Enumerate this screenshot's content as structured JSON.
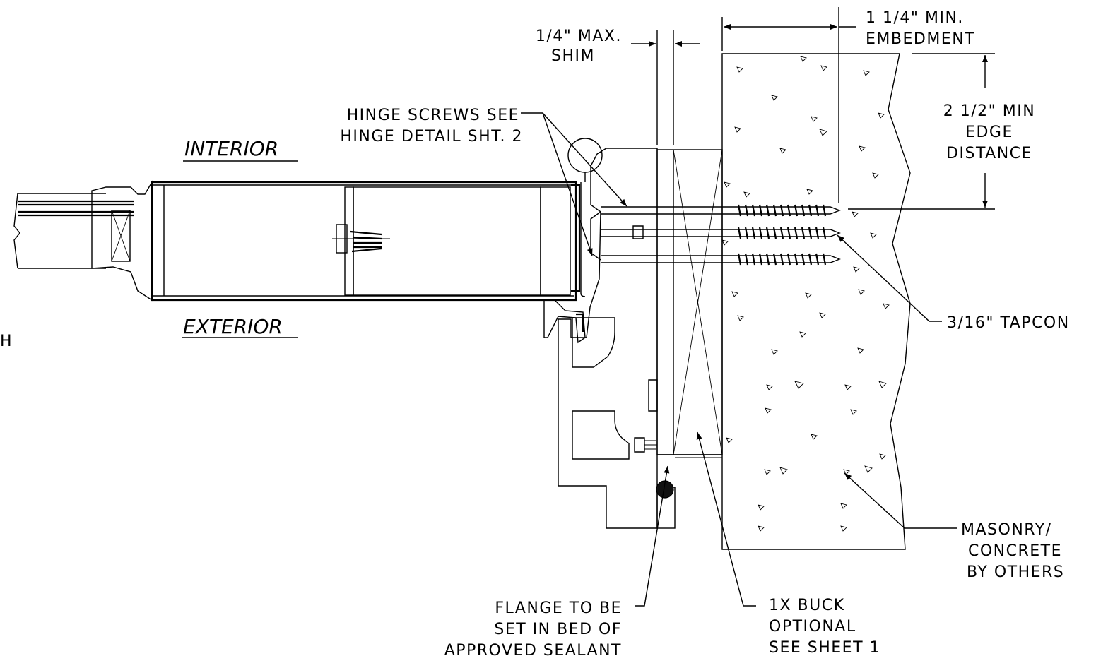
{
  "labels": {
    "interior": "INTERIOR",
    "exterior": "EXTERIOR",
    "shim_1": "1/4\" MAX.",
    "shim_2": "SHIM",
    "embed_1": "1 1/4\" MIN.",
    "embed_2": "EMBEDMENT",
    "edge_1": "2 1/2\" MIN",
    "edge_2": "EDGE",
    "edge_3": "DISTANCE",
    "hinge_1": "HINGE SCREWS SEE",
    "hinge_2": "HINGE DETAIL SHT. 2",
    "tapcon": "3/16\" TAPCON",
    "masonry_1": "MASONRY/",
    "masonry_2": "CONCRETE",
    "masonry_3": "BY OTHERS",
    "flange_1": "FLANGE TO BE",
    "flange_2": "SET IN BED OF",
    "flange_3": "APPROVED SEALANT",
    "buck_1": "1X BUCK",
    "buck_2": "OPTIONAL",
    "buck_3": "SEE SHEET 1",
    "edge_fragment": "H"
  }
}
